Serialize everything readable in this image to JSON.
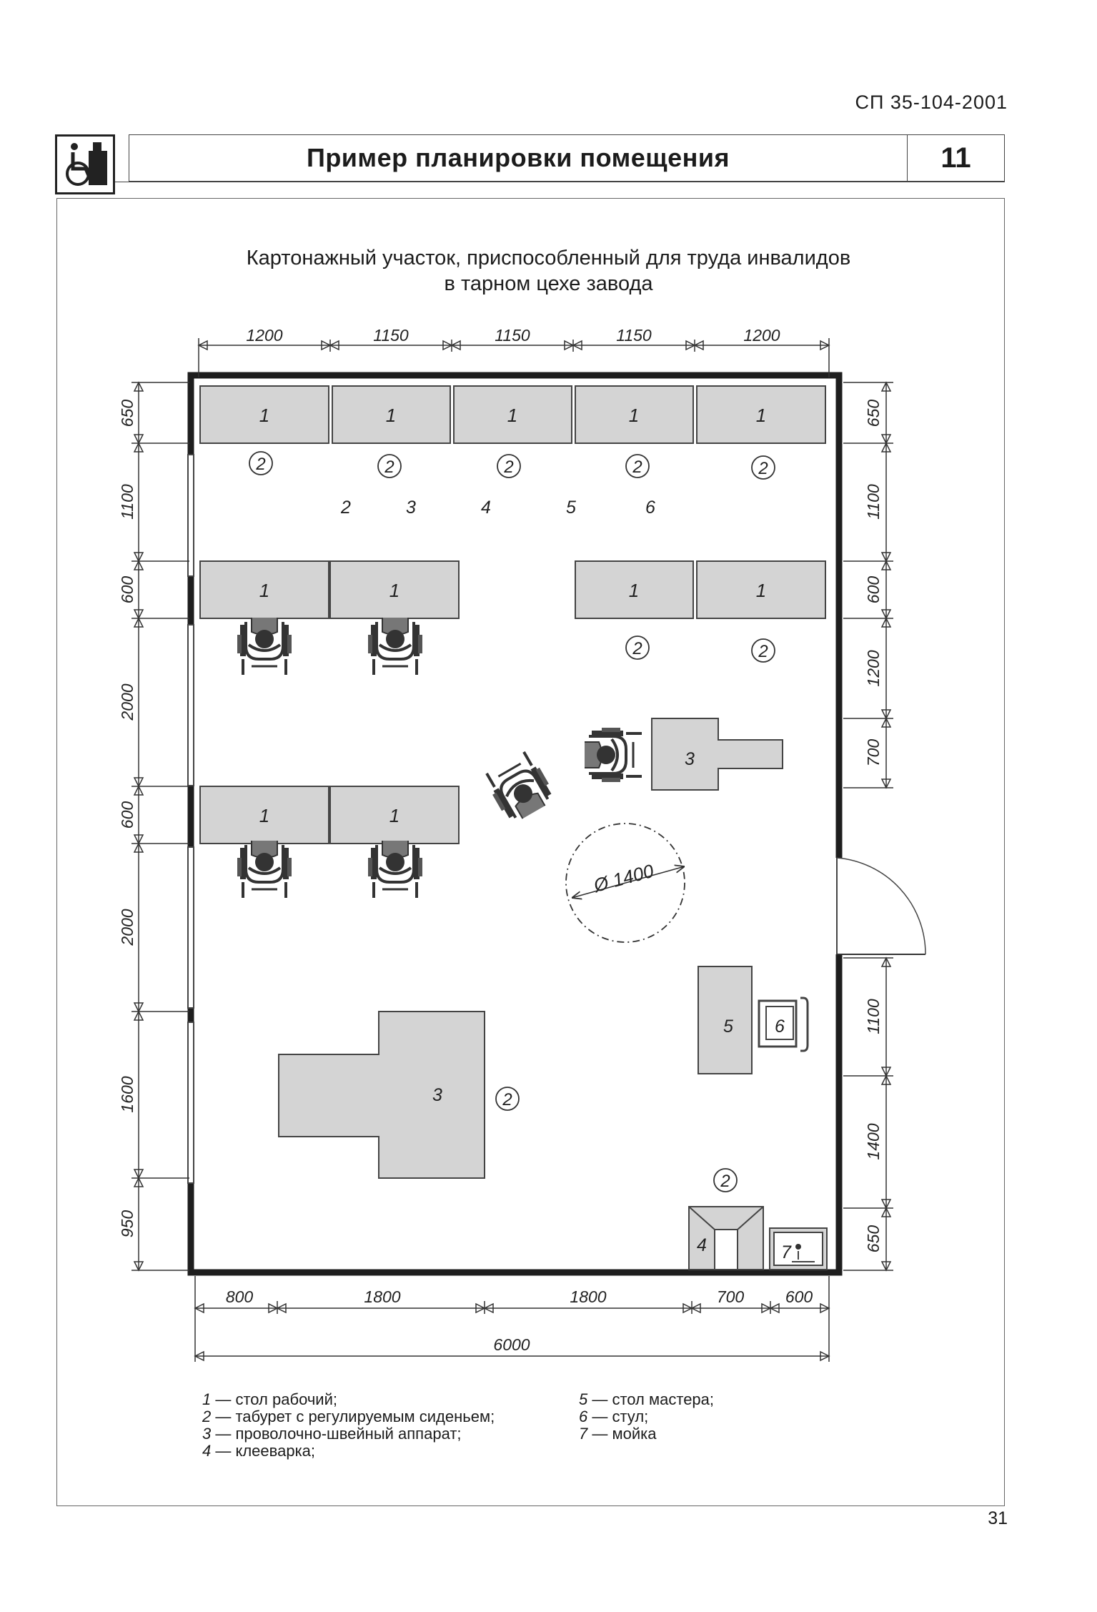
{
  "header": {
    "doc_code": "СП 35-104-2001",
    "title": "Пример планировки помещения",
    "sheet_number": "11",
    "logo_icon": "wheelchair-worker-icon"
  },
  "subtitle_lines": [
    "Картонажный участок, приспособленный для труда инвалидов",
    "в тарном цехе завода"
  ],
  "plan": {
    "top_dims": [
      "1200",
      "1150",
      "1150",
      "1150",
      "1200"
    ],
    "left_dims": [
      "650",
      "1100",
      "600",
      "2000",
      "600",
      "2000",
      "1600",
      "950"
    ],
    "right_dims": [
      "650",
      "1100",
      "600",
      "1200",
      "700",
      "1100",
      "1400",
      "650"
    ],
    "bottom_dims": [
      "800",
      "1800",
      "1800",
      "700",
      "600"
    ],
    "total_width": "6000",
    "turning_circle": "Ø 1400",
    "item_numbers": [
      "2",
      "3",
      "4",
      "5",
      "6"
    ],
    "marks": {
      "table": "1",
      "stool": "2",
      "stapler": "3",
      "gluer": "4",
      "master_table": "5",
      "chair": "6",
      "sink": "7"
    },
    "colors": {
      "furniture": "#d4d4d4",
      "wall": "#1e1e1e",
      "line": "#333333"
    }
  },
  "legend": [
    {
      "num": "1",
      "text": " — стол рабочий;"
    },
    {
      "num": "2",
      "text": " — табурет с регулируемым сиденьем;"
    },
    {
      "num": "3",
      "text": " — проволочно-швейный аппарат;"
    },
    {
      "num": "4",
      "text": " — клееварка;"
    },
    {
      "num": "5",
      "text": " — стол мастера;"
    },
    {
      "num": "6",
      "text": " — стул;"
    },
    {
      "num": "7",
      "text": " — мойка"
    }
  ],
  "page_number": "31"
}
